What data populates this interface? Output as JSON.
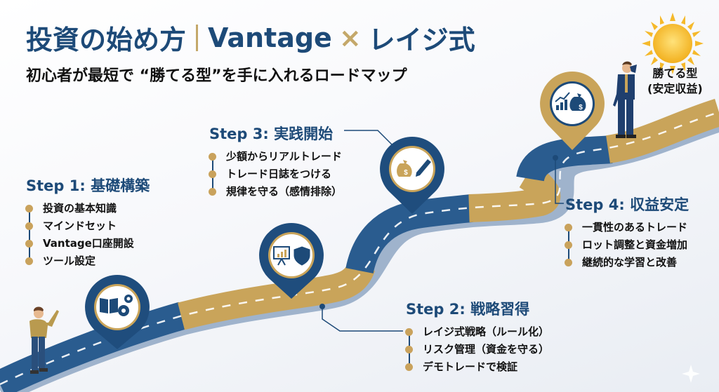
{
  "header": {
    "title_part1": "投資の始め方",
    "title_brand": "Vantage",
    "title_times": "×",
    "title_part2": "レイジ式",
    "subtitle": "初心者が最短で “勝てる型”を手に入れるロードマップ"
  },
  "steps": [
    {
      "title": "Step 1: 基礎構築",
      "items": [
        "投資の基本知識",
        "マインドセット",
        "Vantage口座開設",
        "ツール設定"
      ],
      "icons": [
        "book-icon",
        "gears-icon"
      ]
    },
    {
      "title": "Step 2: 戦略習得",
      "items": [
        "レイジ式戦略（ルール化）",
        "リスク管理（資金を守る）",
        "デモトレードで検証"
      ],
      "icons": [
        "presentation-chart-icon",
        "shield-icon"
      ]
    },
    {
      "title": "Step 3: 実践開始",
      "items": [
        "少額からリアルトレード",
        "トレード日誌をつける",
        "規律を守る（感情排除）"
      ],
      "icons": [
        "money-bag-icon",
        "pen-icon"
      ]
    },
    {
      "title": "Step 4: 収益安定",
      "items": [
        "一貫性のあるトレード",
        "ロット調整と資金増加",
        "継続的な学習と改善"
      ],
      "icons": [
        "growth-chart-icon",
        "money-bag-icon"
      ]
    }
  ],
  "goal": {
    "line1": "勝てる型",
    "line2": "(安定収益)"
  },
  "colors": {
    "navy": "#1d4a78",
    "gold": "#c9a25c",
    "road_blue": "#2a5c8f",
    "road_gold": "#c9a45a"
  }
}
